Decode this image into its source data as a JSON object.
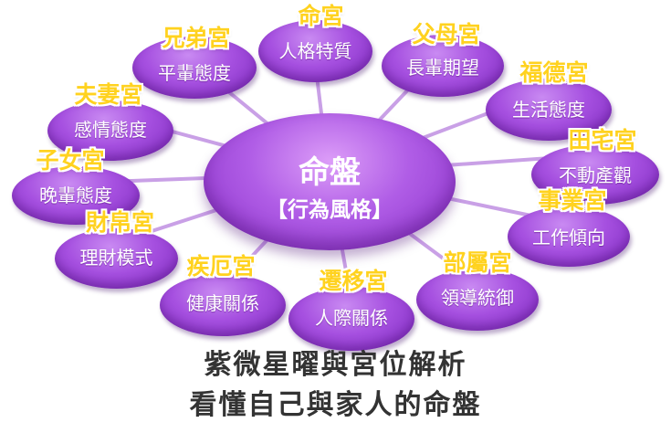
{
  "center": {
    "title": "命盤",
    "subtitle": "【行為風格】"
  },
  "palaces": [
    {
      "name": "命宮",
      "desc": "人格特質"
    },
    {
      "name": "父母宮",
      "desc": "長輩期望"
    },
    {
      "name": "福德宮",
      "desc": "生活態度"
    },
    {
      "name": "田宅宮",
      "desc": "不動產觀"
    },
    {
      "name": "事業宮",
      "desc": "工作傾向"
    },
    {
      "name": "部屬宮",
      "desc": "領導統御"
    },
    {
      "name": "遷移宮",
      "desc": "人際關係"
    },
    {
      "name": "疾厄宮",
      "desc": "健康關係"
    },
    {
      "name": "財帛宮",
      "desc": "理財模式"
    },
    {
      "name": "子女宮",
      "desc": "晚輩態度"
    },
    {
      "name": "夫妻宮",
      "desc": "感情態度"
    },
    {
      "name": "兄弟宮",
      "desc": "平輩態度"
    }
  ],
  "caption": {
    "line1": "紫微星曜與宮位解析",
    "line2": "看懂自己與家人的命盤"
  },
  "colors": {
    "oval": "#a650e0",
    "title": "#ffd21f",
    "connector": "#c9a0e6",
    "caption": "#333333"
  }
}
